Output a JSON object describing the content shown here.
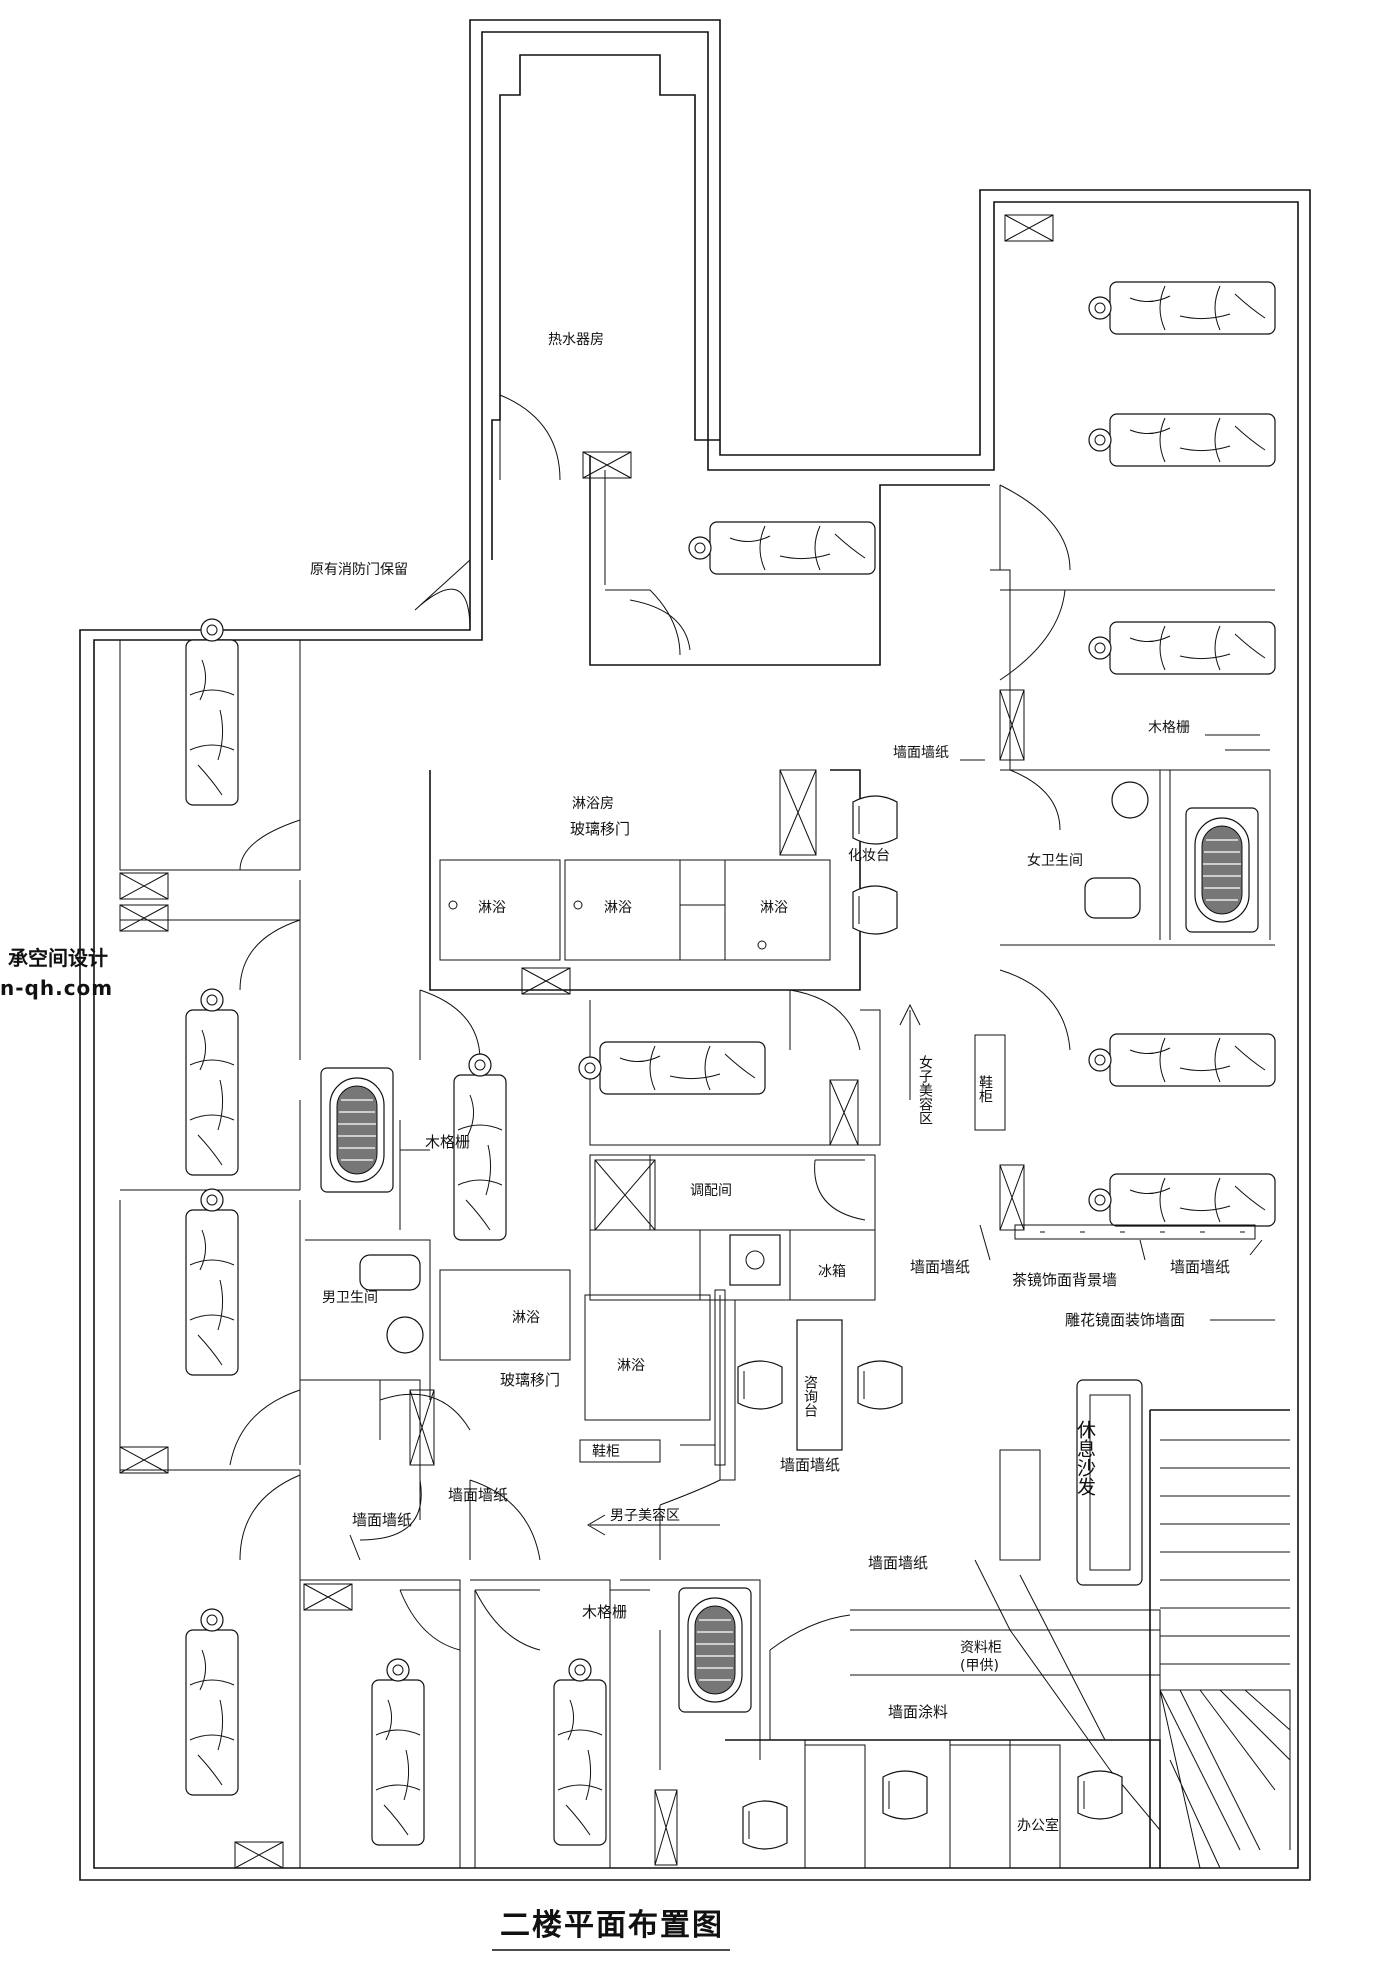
{
  "labels": {
    "hot_water_room": "热水器房",
    "fire_door": "原有消防门保留",
    "wall_paper_1": "墙面墙纸",
    "wood_grille_1": "木格栅",
    "shower_room": "淋浴房",
    "glass_sliding_door_1": "玻璃移门",
    "vanity": "化妆台",
    "shower_1": "淋浴",
    "shower_2": "淋浴",
    "shower_3": "淋浴",
    "women_restroom": "女卫生间",
    "women_beauty_area": "女子美容区",
    "shoe_cabinet_1": "鞋柜",
    "wood_grille_2": "木格栅",
    "mixing_room": "调配间",
    "fridge": "冰箱",
    "wall_paper_2": "墙面墙纸",
    "tea_mirror_wall": "茶镜饰面背景墙",
    "wall_paper_3": "墙面墙纸",
    "carved_mirror_wall": "雕花镜面装饰墙面",
    "men_restroom": "男卫生间",
    "shower_4": "淋浴",
    "shower_5": "淋浴",
    "glass_sliding_door_2": "玻璃移门",
    "consult_desk": "咨询台",
    "shoe_cabinet_2": "鞋柜",
    "wall_paper_4": "墙面墙纸",
    "lounge_sofa": "休息沙发",
    "wall_paper_5": "墙面墙纸",
    "men_beauty_area": "男子美容区",
    "wall_paper_6": "墙面墙纸",
    "wall_paper_7": "墙面墙纸",
    "wood_grille_3": "木格栅",
    "file_cabinet": "资料柜",
    "file_cabinet_note": "(甲供)",
    "wall_paint": "墙面涂料",
    "office": "办公室"
  },
  "title": "二楼平面布置图",
  "watermark": {
    "line1": "承空间设计",
    "line2": "n-qh.com"
  }
}
